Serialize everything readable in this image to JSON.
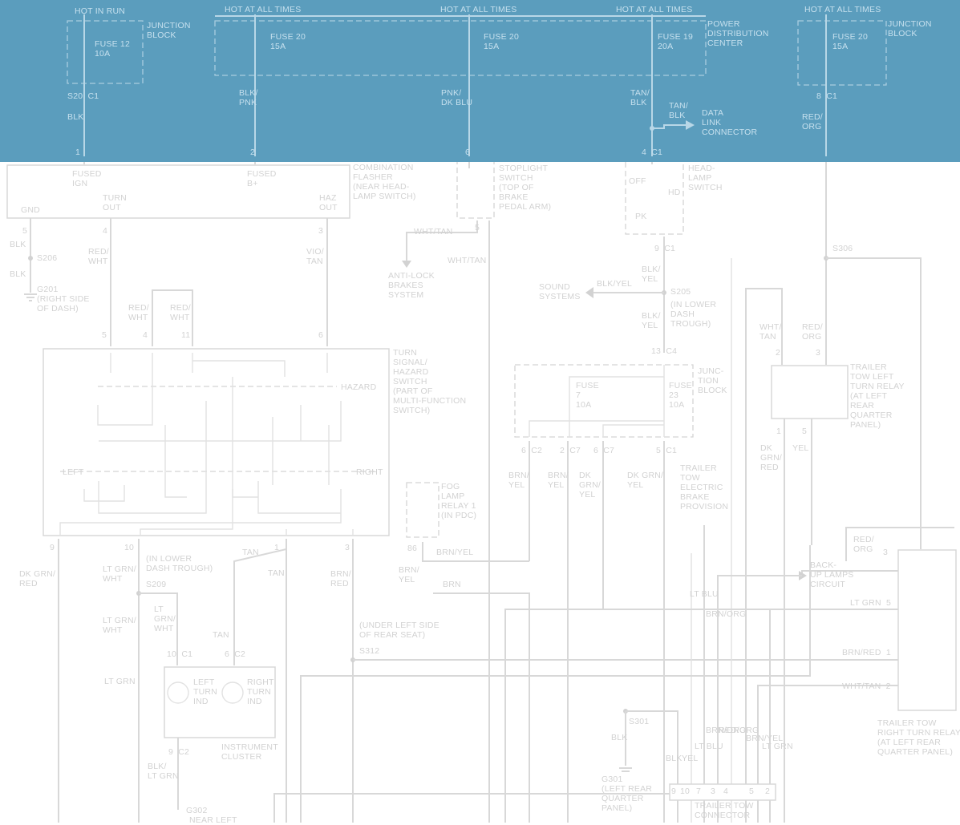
{
  "colors": {
    "banner": "#5b9dbd",
    "line": "#d8d8d8",
    "text": "#d2d2d2",
    "background": "#ffffff"
  },
  "banner_labels": {
    "hot_in_run": "HOT IN RUN",
    "hot_at_all_times_1": "HOT AT ALL TIMES",
    "hot_at_all_times_2": "HOT AT ALL TIMES",
    "hot_at_all_times_3": "HOT AT ALL TIMES",
    "hot_at_all_times_4": "HOT AT ALL TIMES",
    "junction_block_1": "JUNCTION\nBLOCK",
    "junction_block_2": "JUNCTION\nBLOCK",
    "pdc": "POWER\nDISTRIBUTION\nCENTER",
    "fuse12": "FUSE 12\n10A",
    "fuse20a": "FUSE 20\n15A",
    "fuse20b": "FUSE 20\n15A",
    "fuse19": "FUSE 19\n20A",
    "fuse20c": "FUSE 20\n15A",
    "s20_c1": "S20  C1",
    "c8_c1": "8  C1",
    "wire_blk": "BLK",
    "wire_blk_pnk": "BLK/\nPNK",
    "wire_pnk_dkblu": "PNK/\nDK BLU",
    "wire_tan_blk": "TAN/\nBLK",
    "wire_tan_blk_2": "TAN/\nBLK",
    "wire_red_org": "RED/\nORG",
    "data_link": "DATA\nLINK\nCONNECTOR",
    "pin1": "1",
    "pin2": "2",
    "pin6": "6",
    "pin4_c1": "4  C1"
  },
  "labels": {
    "fused_ign": "FUSED\nIGN",
    "fused_b": "FUSED\nB+",
    "combination_flasher": "COMBINATION\nFLASHER\n(NEAR HEAD-\nLAMP SWITCH)",
    "gnd": "GND",
    "turn_out": "TURN\nOUT",
    "haz_out": "HAZ\nOUT",
    "p5": "5",
    "p4": "4",
    "p3": "3",
    "blk_a": "BLK",
    "blk_b": "BLK",
    "s206": "S206",
    "g201": "G201\n(RIGHT SIDE\nOF DASH)",
    "red_wht_1": "RED/\nWHT",
    "red_wht_2": "RED/\nWHT",
    "red_wht_3": "RED/\nWHT",
    "vio_tan": "VIO/\nTAN",
    "pin5": "5",
    "pin4": "4",
    "pin11": "11",
    "pin6": "6",
    "turn_signal_switch": "TURN\nSIGNAL/\nHAZARD\nSWITCH\n(PART OF\nMULTI-FUNCTION\nSWITCH)",
    "hazard": "HAZARD",
    "left": "LEFT",
    "right": "RIGHT",
    "pin9": "9",
    "pin10": "10",
    "pin1": "1",
    "pin3": "3",
    "dk_grn_red": "DK GRN/\nRED",
    "ltgrn_wht_1": "LT GRN/\nWHT",
    "in_lower_dash_1": "(IN LOWER\nDASH TROUGH)",
    "s209": "S209",
    "tan_1": "TAN",
    "tan_2": "TAN",
    "tan_3": "TAN",
    "brn_red": "BRN/\nRED",
    "ltgrn_wht_2": "LT GRN/\nWHT",
    "lt_grn_wht_3": "LT\nGRN/\nWHT",
    "ltgrn": "LT GRN",
    "c1_10": "10  C1",
    "c2_6": "6  C2",
    "left_turn_ind": "LEFT\nTURN\nIND",
    "right_turn_ind": "RIGHT\nTURN\nIND",
    "instrument_cluster": "INSTRUMENT\nCLUSTER",
    "c2_9": "9  C2",
    "blk_ltgrn": "BLK/\nLT GRN",
    "g302": "G302",
    "near_left": "NEAR LEFT",
    "under_left_seat": "(UNDER LEFT SIDE\nOF REAR SEAT)",
    "s312": "S312",
    "stoplight_switch": "STOPLIGHT\nSWITCH\n(TOP OF\nBRAKE\nPEDAL ARM)",
    "wht_tan_1": "WHT/TAN",
    "wht_tan_2": "WHT/TAN",
    "anti_lock": "ANTI-LOCK\nBRAKES\nSYSTEM",
    "pin5_b": "5",
    "headlamp_switch": "HEAD-\nLAMP\nSWITCH",
    "off": "OFF",
    "hd": "HD",
    "pk": "PK",
    "c1_9": "9  C1",
    "blk_yel_1": "BLK/\nYEL",
    "blk_yel_2": "BLK/YEL",
    "blk_yel_3": "BLK/\nYEL",
    "sound_systems": "SOUND\nSYSTEMS",
    "s205": "S205",
    "in_lower_dash_2": "(IN LOWER\nDASH\nTROUGH)",
    "c4_13": "13  C4",
    "junction_block_3": "JUNC-\nTION\nBLOCK",
    "fuse7": "FUSE\n7\n10A",
    "fuse23": "FUSE\n23\n10A",
    "c2_6b": "6  C2",
    "c7_2": "2  C7",
    "c7_6": "6  C7",
    "c1_5": "5  C1",
    "brn_yel_1": "BRN/\nYEL",
    "brn_yel_2": "BRN/\nYEL",
    "dk_grn_yel_1": "DK\nGRN/\nYEL",
    "dk_grn_yel_2": "DK GRN/\nYEL",
    "trailer_brake": "TRAILER\nTOW\nELECTRIC\nBRAKE\nPROVISION",
    "fog_relay": "FOG\nLAMP\nRELAY 1\n(IN PDC)",
    "pin86": "86",
    "brn_yel_3": "BRN/YEL",
    "brn_yel_4": "BRN/\nYEL",
    "brn": "BRN",
    "s306": "S306",
    "wht_tan_3": "WHT/\nTAN",
    "red_org_1": "RED/\nORG",
    "pin2": "2",
    "pin3b": "3",
    "pin1b": "1",
    "pin5c": "5",
    "trailer_left_relay": "TRAILER\nTOW LEFT\nTURN RELAY\n(AT LEFT\nREAR\nQUARTER\nPANEL)",
    "dk_grn_red_2": "DK\nGRN/\nRED",
    "yel": "YEL",
    "red_org_2": "RED/\nORG",
    "pin3c": "3",
    "backup": "BACK-\nUP LAMPS\nCIRCUIT",
    "ltgrn_5": "LT GRN  5",
    "brn_red_1": "BRN/RED  1",
    "wht_tan_2b": "WHT/TAN  2",
    "trailer_right_relay": "TRAILER TOW\nRIGHT TURN RELAY\n(AT LEFT REAR\nQUARTER PANEL)",
    "s301": "S301",
    "blk_v": "BLK",
    "g301": "G301\n(LEFT REAR\nQUARTER\nPANEL)",
    "lt_blu_v": "LT BLU",
    "brn_org_v": "BRN/ORG",
    "conn_blk": "BLK",
    "conn_yel": "YEL",
    "conn_ltblu": "LT BLU",
    "conn_brn_org": "BRN/ORG",
    "conn_red_org": "RED/ORG",
    "conn_brn_yel": "BRN/YEL",
    "conn_ltgrn": "LT GRN",
    "cp9": "9",
    "cp10": "10",
    "cp7": "7",
    "cp3": "3",
    "cp4": "4",
    "cp5": "5",
    "cp2": "2",
    "trailer_connector": "TRAILER TOW\nCONNECTOR"
  }
}
